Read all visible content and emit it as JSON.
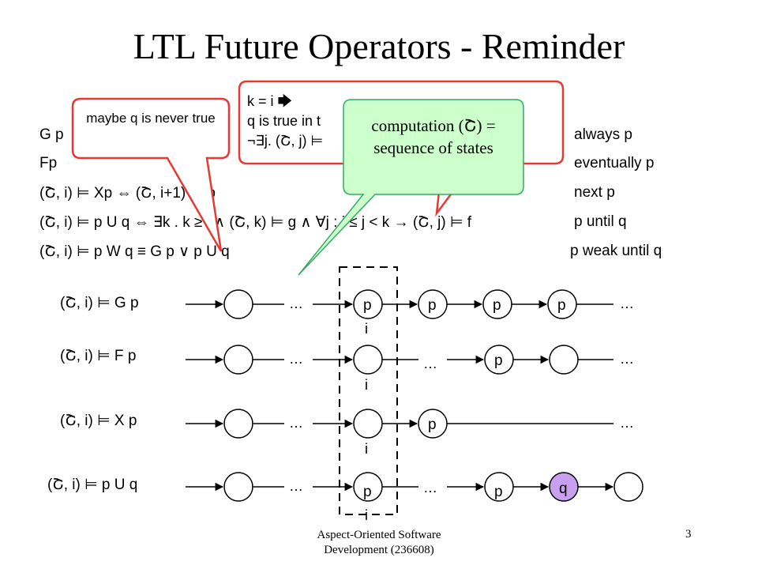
{
  "title": "LTL Future Operators - Reminder",
  "red_callout": {
    "line1": "k = i 🡆",
    "line2": "q is true in t",
    "line3": "¬∃j. (Շ, j) ⊨"
  },
  "maybe_callout": {
    "text": "maybe q is never true"
  },
  "green_callout": {
    "text": "computation (Շ) = sequence of states"
  },
  "definitions": [
    {
      "formula": "G p",
      "description": "always p"
    },
    {
      "formula": "Fp",
      "description": "eventually p"
    },
    {
      "formula": "(Շ, i) ⊨ Xp ⇔ (Շ, i+1) ⊨ p",
      "description": "next p"
    },
    {
      "formula": "(Շ, i) ⊨ p U q ⇔ ∃k . k ≥ i ∧ (Շ, k) ⊨ g ∧ ∀j : i ≤ j < k → (Շ, j) ⊨ f",
      "description": "p until q"
    },
    {
      "formula": "(Շ, i) ⊨ p W q ≡ G p ∨ p U q",
      "description": "p weak until q"
    }
  ],
  "rows": [
    {
      "label": "(Շ, i) ⊨ G p",
      "states": [
        "",
        "p",
        "p",
        "p",
        "p"
      ],
      "ellipses": [
        "…",
        "…"
      ],
      "marker": "i"
    },
    {
      "label": "(Շ, i) ⊨ F p",
      "states": [
        "",
        "",
        "p",
        ""
      ],
      "ellipses": [
        "…",
        "…",
        "…"
      ],
      "marker": "i"
    },
    {
      "label": "(Շ, i) ⊨ X p",
      "states": [
        "",
        "",
        "p"
      ],
      "ellipses": [
        "…",
        "…"
      ],
      "marker": "i"
    },
    {
      "label": "(Շ, i) ⊨ p U q",
      "states": [
        "",
        "p",
        "p",
        "q",
        ""
      ],
      "ellipses": [
        "…",
        "…"
      ],
      "marker": "i"
    }
  ],
  "footer": {
    "line1": "Aspect-Oriented Software",
    "line2": "Development (236608)"
  },
  "page_number": "3",
  "colors": {
    "red_border": "#e53935",
    "green_fill": "#ccffcc",
    "green_border": "#33aa66",
    "q_fill": "#c9a0f0"
  }
}
